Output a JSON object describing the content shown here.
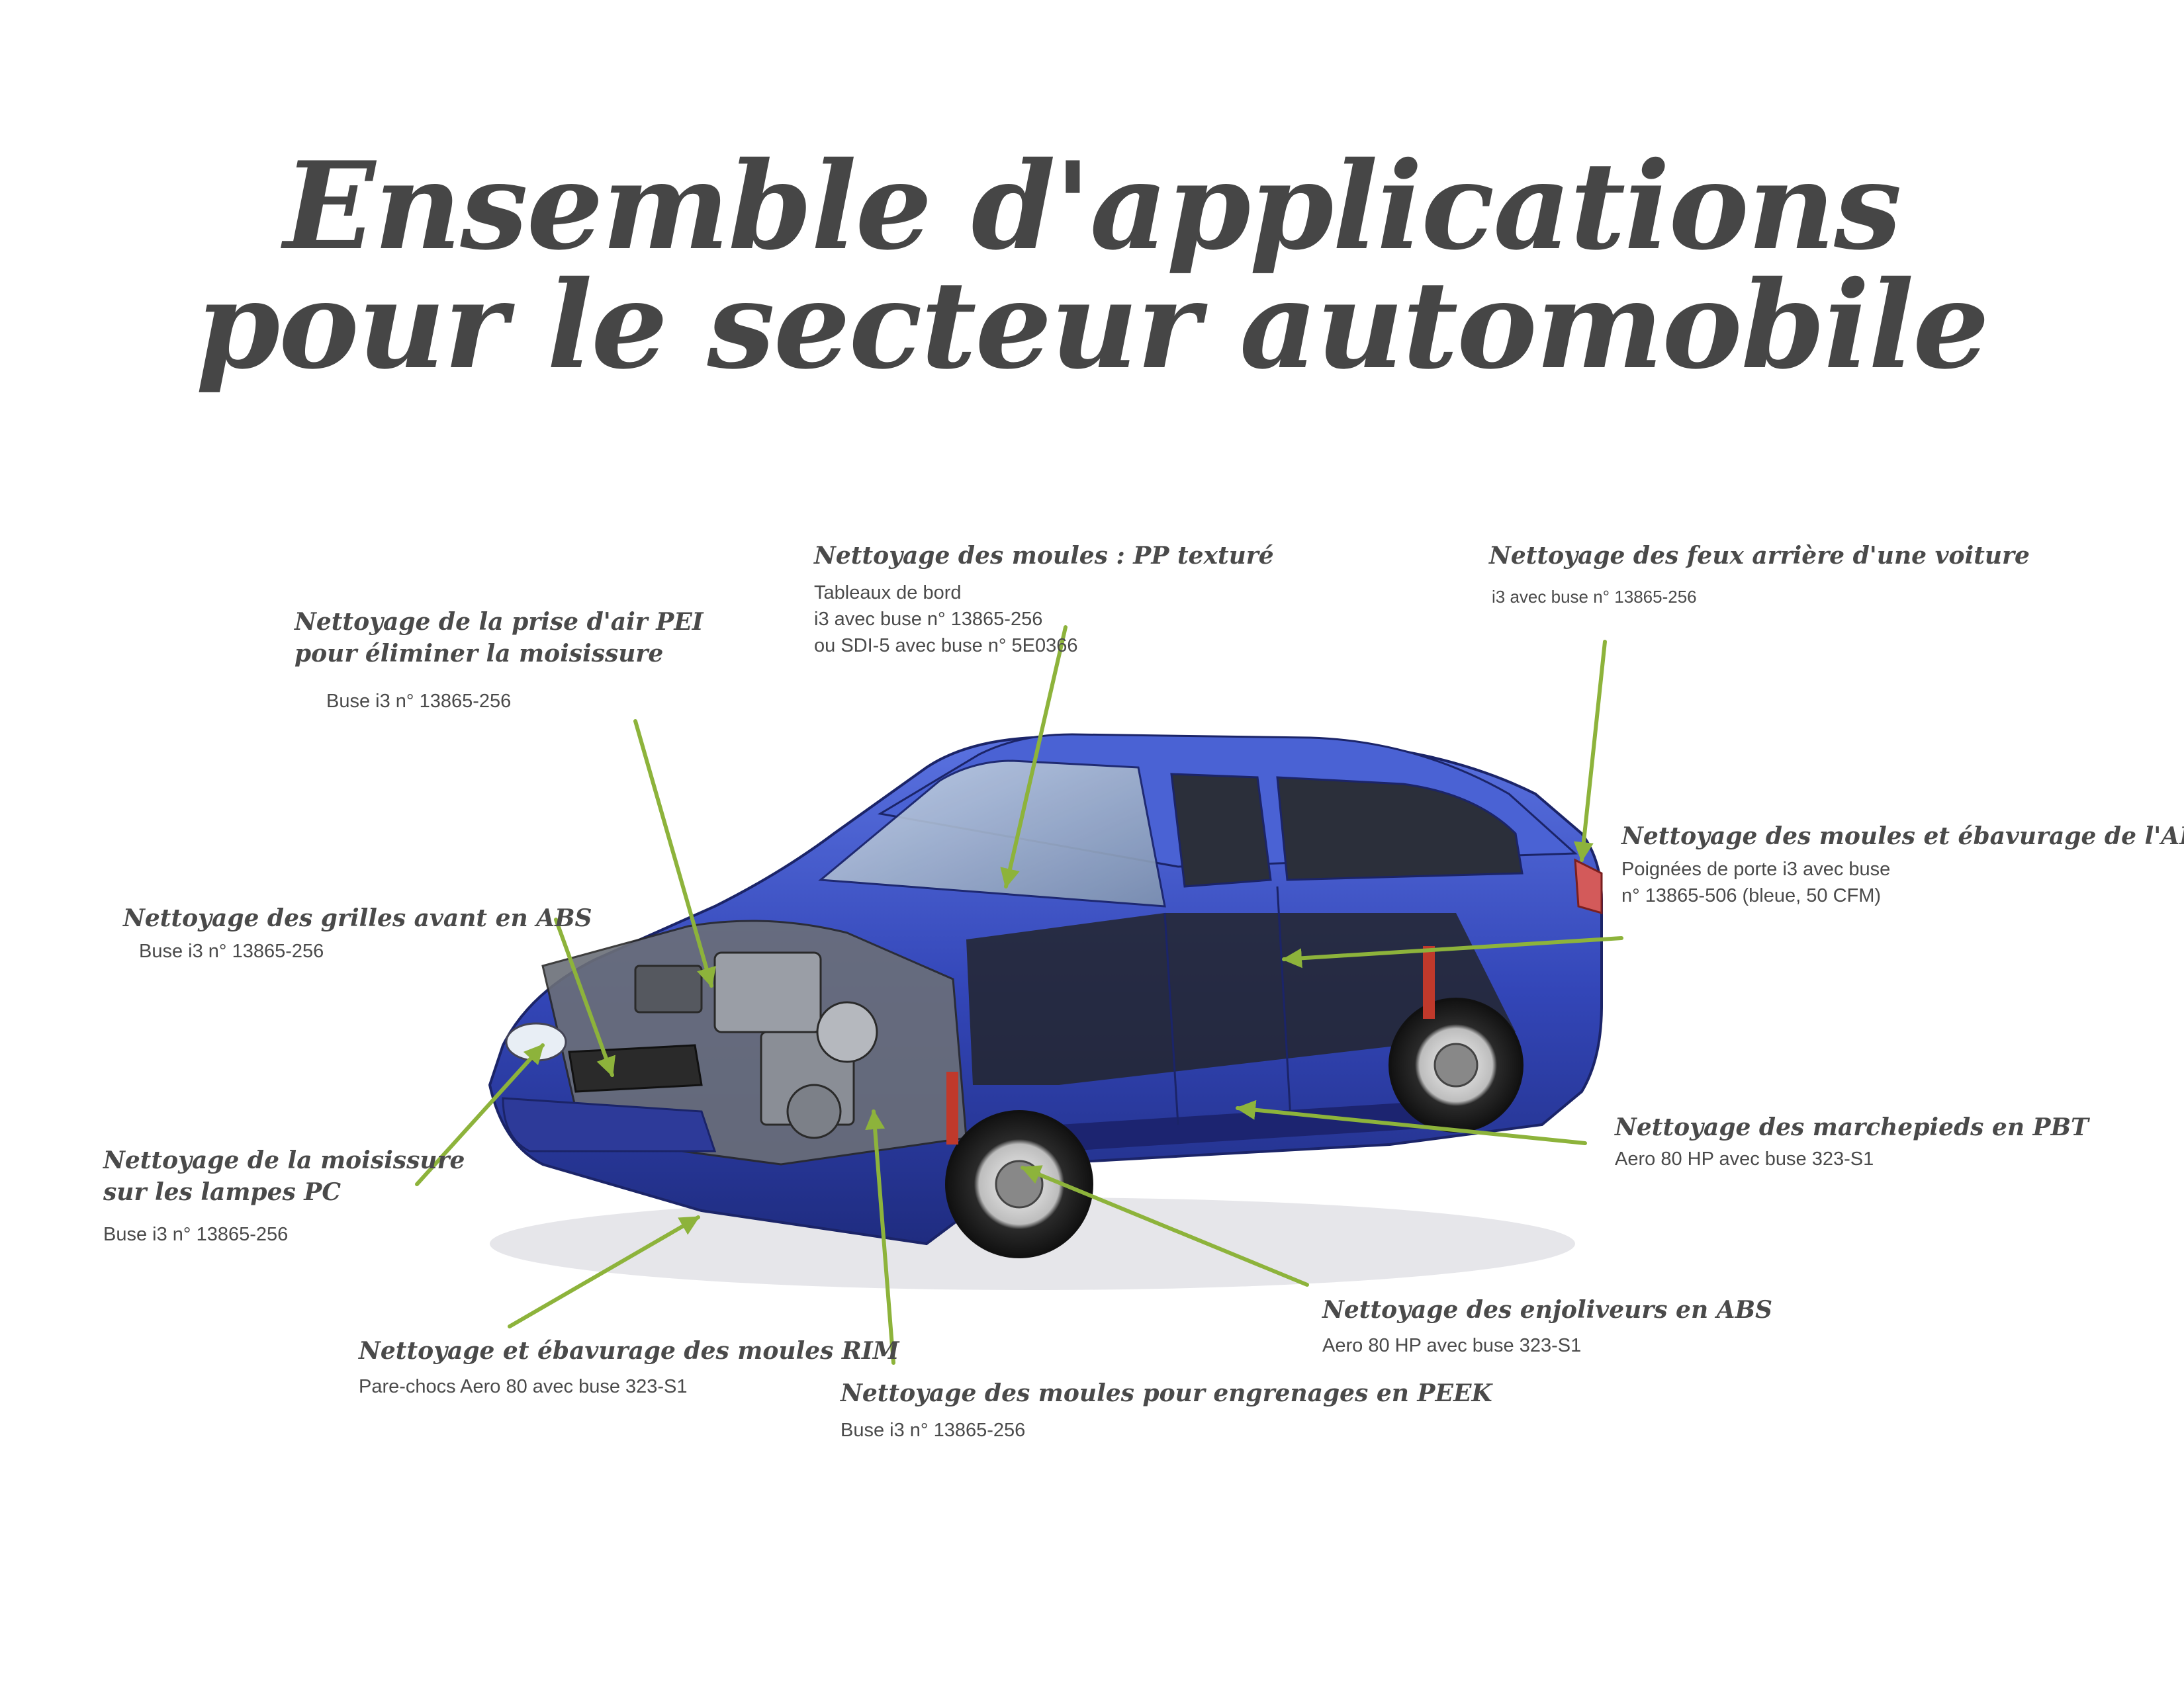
{
  "title": {
    "line1": "Ensemble d'applications",
    "line2": "pour le secteur automobile"
  },
  "colors": {
    "title": "#464646",
    "arrow": "#8db33b",
    "car_body": "#3a4fc0"
  },
  "callouts": {
    "prise_air": {
      "heading_l1": "Nettoyage de la prise d'air PEI",
      "heading_l2": "pour éliminer la moisissure",
      "sub": "Buse i3 n° 13865-256"
    },
    "pp_texture": {
      "heading": "Nettoyage des moules : PP texturé",
      "sub_l1": "Tableaux de bord",
      "sub_l2": "i3 avec buse n° 13865-256",
      "sub_l3": "ou SDI-5 avec buse n° 5E0366"
    },
    "feux_arriere": {
      "heading": "Nettoyage des feux arrière d'une voiture",
      "sub": "i3 avec buse n° 13865-256"
    },
    "grilles": {
      "heading": "Nettoyage des grilles avant en ABS",
      "sub": "Buse i3 n° 13865-256"
    },
    "abs_poignees": {
      "heading": "Nettoyage des moules et ébavurage de l'ABS",
      "sub_l1": "Poignées de porte i3 avec buse",
      "sub_l2": "n° 13865-506 (bleue, 50 CFM)"
    },
    "lampes": {
      "heading_l1": "Nettoyage de la moisissure",
      "heading_l2": "sur les lampes PC",
      "sub": "Buse i3 n° 13865-256"
    },
    "marchepieds": {
      "heading": "Nettoyage des marchepieds en PBT",
      "sub": "Aero 80 HP avec buse 323-S1"
    },
    "enjoliveurs": {
      "heading": "Nettoyage des enjoliveurs en ABS",
      "sub": "Aero 80 HP avec buse 323-S1"
    },
    "rim": {
      "heading": "Nettoyage et ébavurage des moules RIM",
      "sub": "Pare-chocs Aero 80 avec buse 323-S1"
    },
    "peek": {
      "heading": "Nettoyage des moules pour engrenages en PEEK",
      "sub": "Buse i3 n° 13865-256"
    }
  }
}
